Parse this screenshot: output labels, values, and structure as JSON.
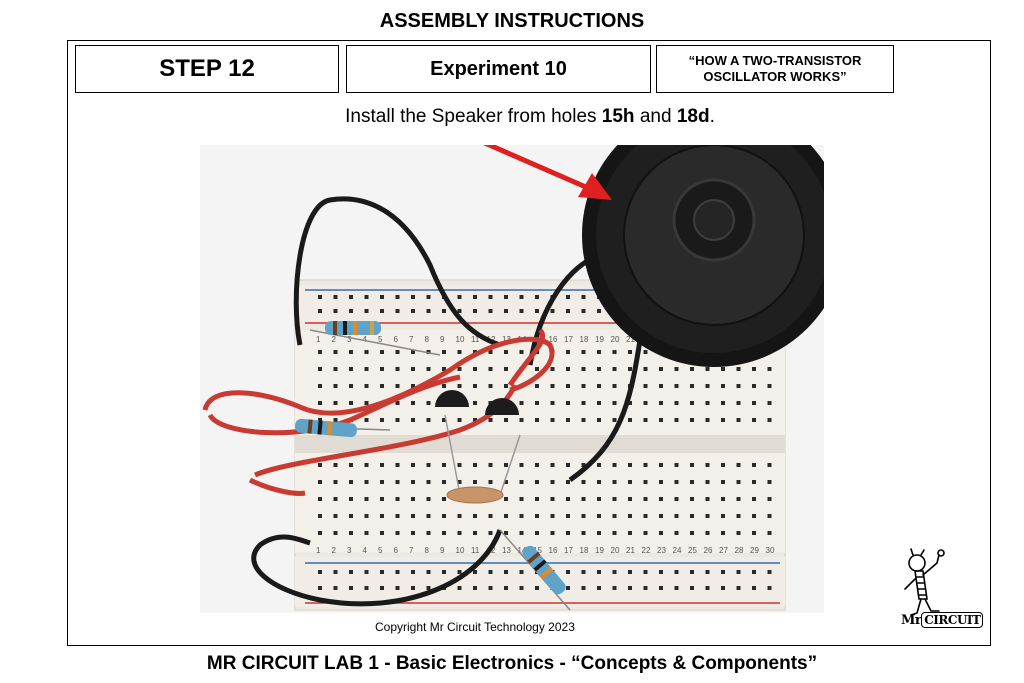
{
  "header": {
    "title": "ASSEMBLY INSTRUCTIONS"
  },
  "step": {
    "label": "STEP 12"
  },
  "experiment": {
    "label": "Experiment 10"
  },
  "subtitle": {
    "line1": "“HOW A TWO-TRANSISTOR",
    "line2": "OSCILLATOR WORKS”"
  },
  "instruction": {
    "prefix": "Install the Speaker from holes ",
    "hole1": "15h",
    "middle": " and ",
    "hole2": "18d",
    "suffix": "."
  },
  "photo": {
    "description_icon": "breadboard-photo",
    "arrow_color": "#e02020",
    "breadboard_row_numbers": [
      "1",
      "2",
      "3",
      "4",
      "5",
      "6",
      "7",
      "8",
      "9",
      "10",
      "11",
      "12",
      "13",
      "14",
      "15",
      "16",
      "17",
      "18",
      "19",
      "20",
      "21",
      "22",
      "23",
      "24",
      "25",
      "26",
      "27",
      "28",
      "29",
      "30"
    ]
  },
  "copyright": {
    "text": "Copyright Mr Circuit Technology 2023"
  },
  "logo": {
    "mr": "Mr",
    "circuit": "CIRCUIT"
  },
  "footer": {
    "text": "MR CIRCUIT LAB 1 - Basic Electronics - “Concepts & Components”"
  }
}
